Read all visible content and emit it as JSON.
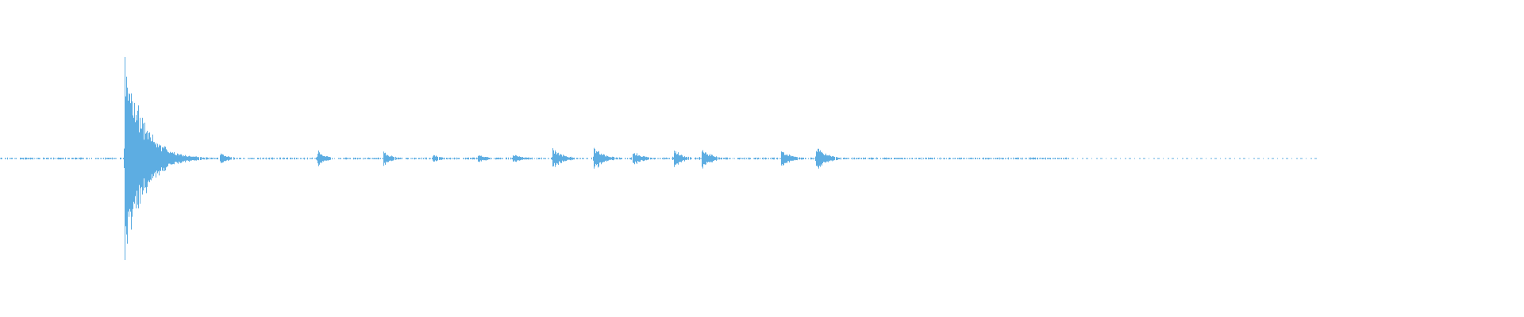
{
  "waveform": {
    "color": "#5dade2",
    "duration_fraction_with_audio": 0.701,
    "peak_amplitude": 1.0,
    "events": [
      {
        "t": 0.0818,
        "amp": 1.0,
        "decay": 0.012
      },
      {
        "t": 0.144,
        "amp": 0.06,
        "decay": 0.006
      },
      {
        "t": 0.208,
        "amp": 0.09,
        "decay": 0.005
      },
      {
        "t": 0.2515,
        "amp": 0.08,
        "decay": 0.005
      },
      {
        "t": 0.2835,
        "amp": 0.04,
        "decay": 0.006
      },
      {
        "t": 0.3135,
        "amp": 0.05,
        "decay": 0.0055
      },
      {
        "t": 0.336,
        "amp": 0.05,
        "decay": 0.0055
      },
      {
        "t": 0.3625,
        "amp": 0.1,
        "decay": 0.0065
      },
      {
        "t": 0.3895,
        "amp": 0.13,
        "decay": 0.006
      },
      {
        "t": 0.415,
        "amp": 0.08,
        "decay": 0.006
      },
      {
        "t": 0.442,
        "amp": 0.09,
        "decay": 0.0055
      },
      {
        "t": 0.46,
        "amp": 0.11,
        "decay": 0.006
      },
      {
        "t": 0.5125,
        "amp": 0.1,
        "decay": 0.006
      },
      {
        "t": 0.535,
        "amp": 0.13,
        "decay": 0.0065
      }
    ]
  }
}
